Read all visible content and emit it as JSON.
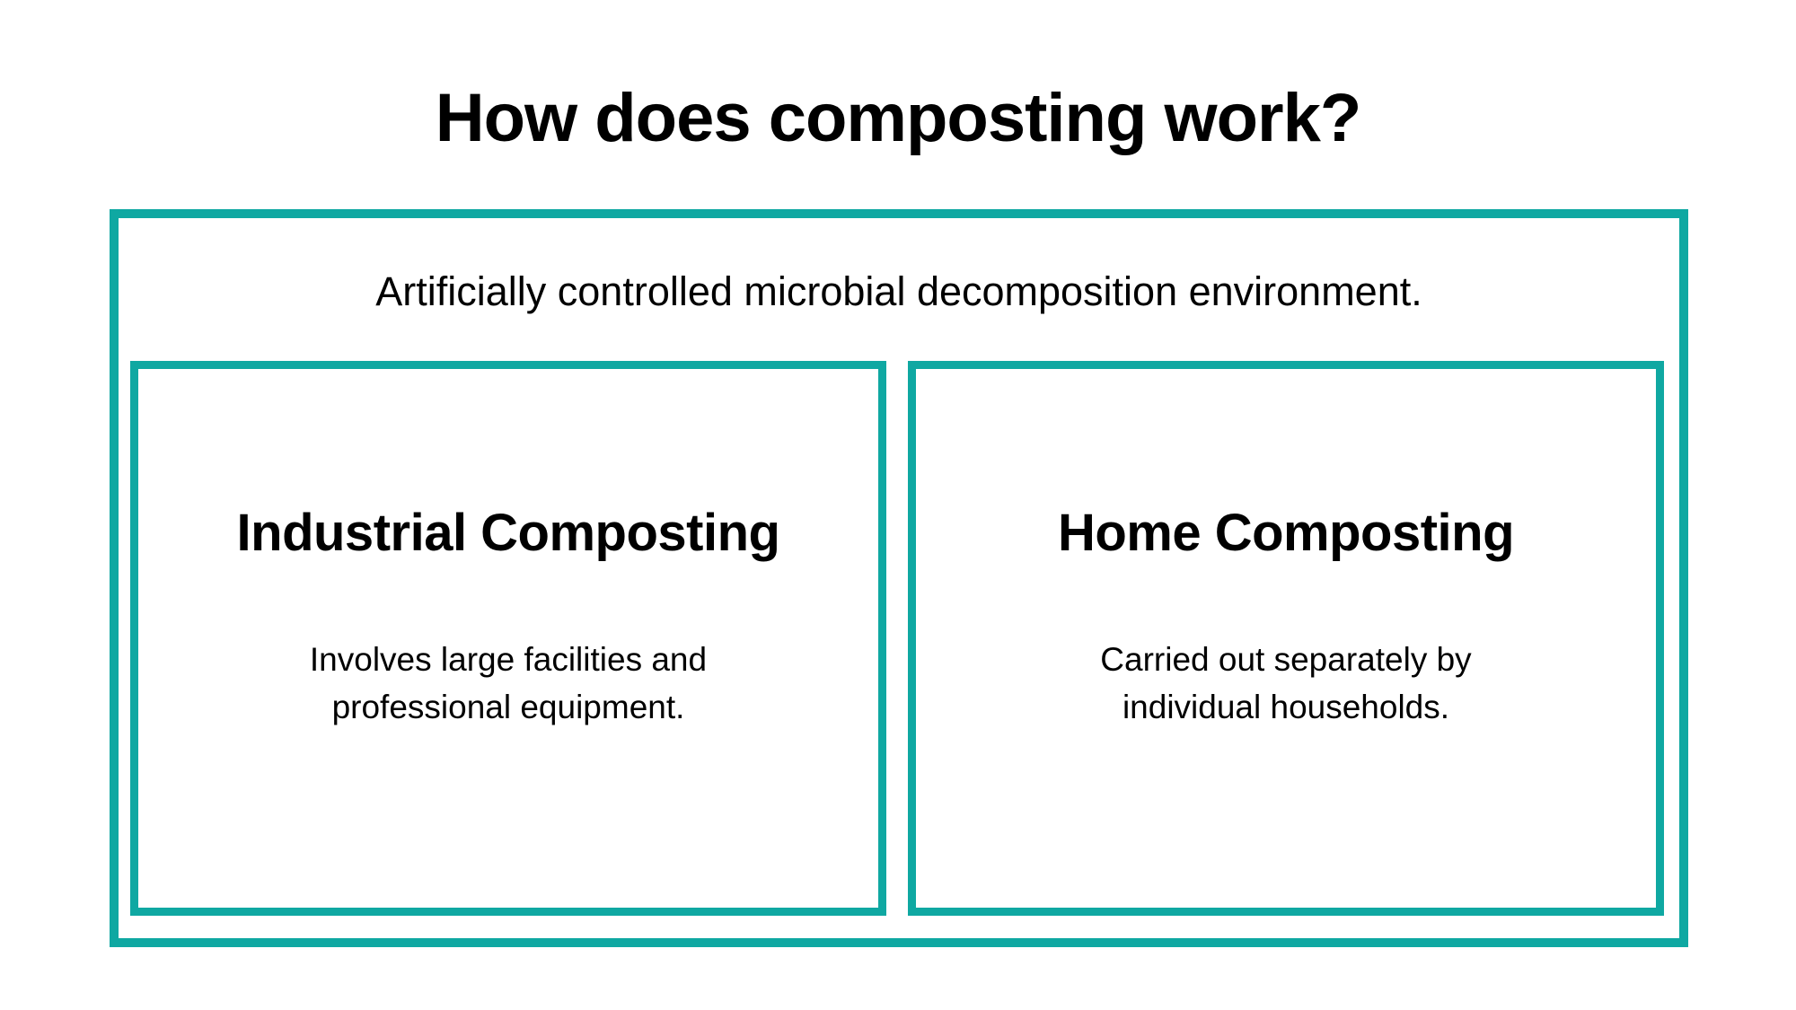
{
  "title": "How does composting work?",
  "colors": {
    "accent": "#0FA8A2",
    "text": "#000000",
    "background": "#FFFFFF"
  },
  "overview": {
    "text": "Artificially controlled microbial decomposition environment."
  },
  "cards": [
    {
      "heading": "Industrial Composting",
      "body": "Involves large facilities and\nprofessional equipment."
    },
    {
      "heading": "Home Composting",
      "body": "Carried out separately by\nindividual households."
    }
  ]
}
